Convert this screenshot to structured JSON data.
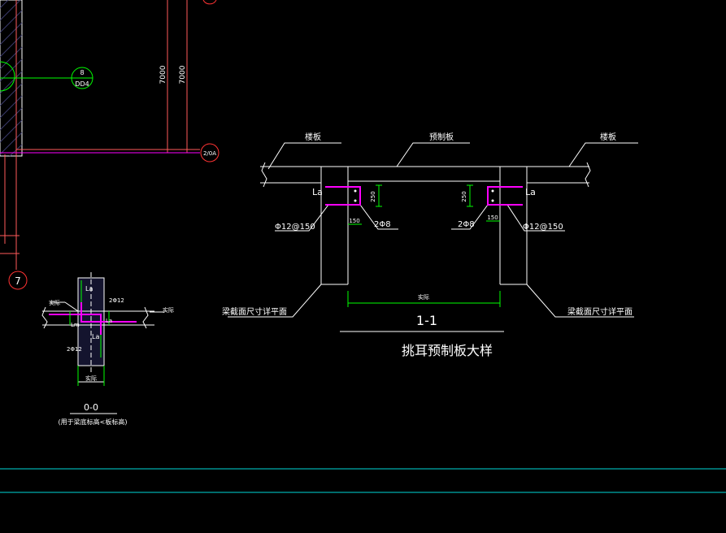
{
  "colors": {
    "background": "#000000",
    "line": "#ffffff",
    "rebar": "#ff00ff",
    "dimension": "#00ff00",
    "grid_line": "#ff5a5a",
    "axis_bubble": "#ff3333",
    "frame": "#00d8d8",
    "hatch": "#3a3a6a"
  },
  "icons": {
    "grid_bubble": "red-circle-axis-marker",
    "detail_bubble": "green-circle-detail-marker"
  },
  "top_left": {
    "detail_marker_top": "8",
    "detail_marker_bottom": "DD4",
    "dim_a": "7000",
    "dim_b": "7000",
    "axis_label_1": "2/0A",
    "axis_label_2": "7"
  },
  "main_detail": {
    "label_floor_left": "楼板",
    "label_precast": "预制板",
    "label_floor_right": "楼板",
    "la_left": "La",
    "la_right": "La",
    "dim_250_left": "250",
    "dim_250_right": "250",
    "dim_150_left": "150",
    "dim_150_right": "150",
    "rebar_2phi8_left": "2Φ8",
    "rebar_2phi8_right": "2Φ8",
    "rebar_phi12_left": "Φ12@150",
    "rebar_phi12_right": "Φ12@150",
    "span_dim": "实际",
    "note_left": "梁截面尺寸详平面",
    "note_right": "梁截面尺寸详平面",
    "section_mark": "1-1",
    "title": "挑耳预制板大样"
  },
  "small_detail": {
    "la_top": "La",
    "la_mid": "La",
    "la_right": "La",
    "lm": "Lm",
    "rebar_top": "2Φ12",
    "rebar_bottom": "2Φ12",
    "left_label": "实际",
    "right_label": "实际",
    "bottom_label": "实际",
    "section_mark": "0-0",
    "subtitle": "(用于梁底标高<板标高)"
  }
}
